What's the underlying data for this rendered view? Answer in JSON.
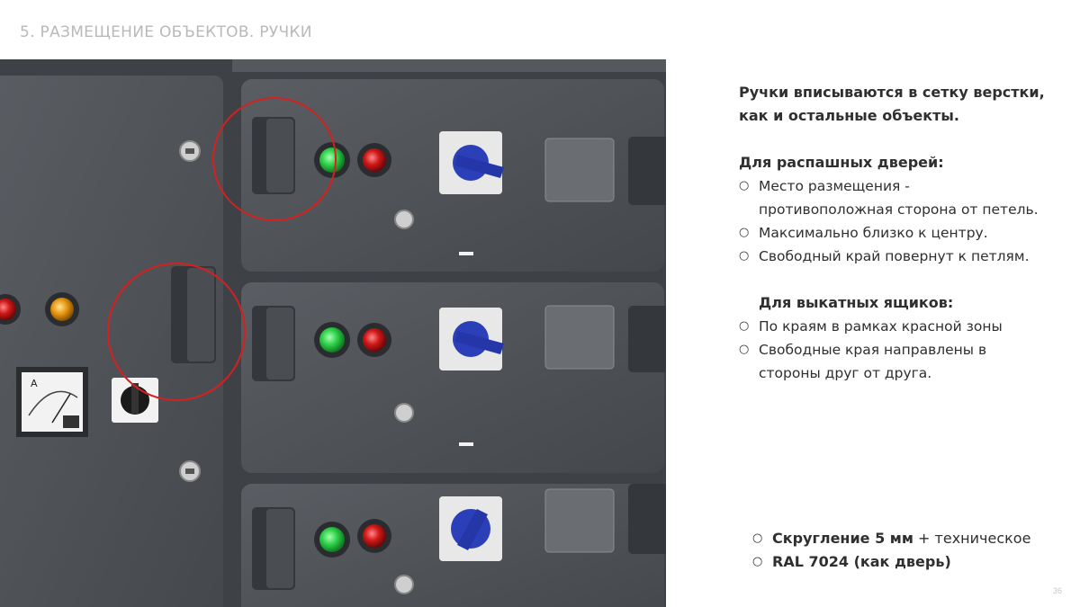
{
  "slide": {
    "title": "5. РАЗМЕЩЕНИЕ ОБЪЕКТОВ. РУЧКИ",
    "page_number": "36"
  },
  "lead": {
    "line1": "Ручки вписываются в сетку верстки,",
    "line2": "как и остальные объекты."
  },
  "swing_doors": {
    "heading": "Для распашных дверей:",
    "items": [
      {
        "line1": "Место размещения -",
        "line2": "противоположная сторона от петель."
      },
      {
        "line1": "Максимально близко к центру.",
        "line2": ""
      },
      {
        "line1": "Свободный край повернут к петлям.",
        "line2": ""
      }
    ]
  },
  "drawers": {
    "heading": "Для выкатных ящиков:",
    "items": [
      {
        "line1": "По краям в рамках красной зоны",
        "line2": ""
      },
      {
        "line1": "Свободные края направлены в",
        "line2": "стороны друг от друга."
      }
    ]
  },
  "notes": [
    {
      "bold": "Скругление 5 мм",
      "rest": " + техническое"
    },
    {
      "bold": "RAL 7024  (как дверь)",
      "rest": ""
    }
  ],
  "illustration": {
    "panel_color": "#4e5257",
    "highlight_color": "#d62020",
    "ammeter_label": "A"
  }
}
